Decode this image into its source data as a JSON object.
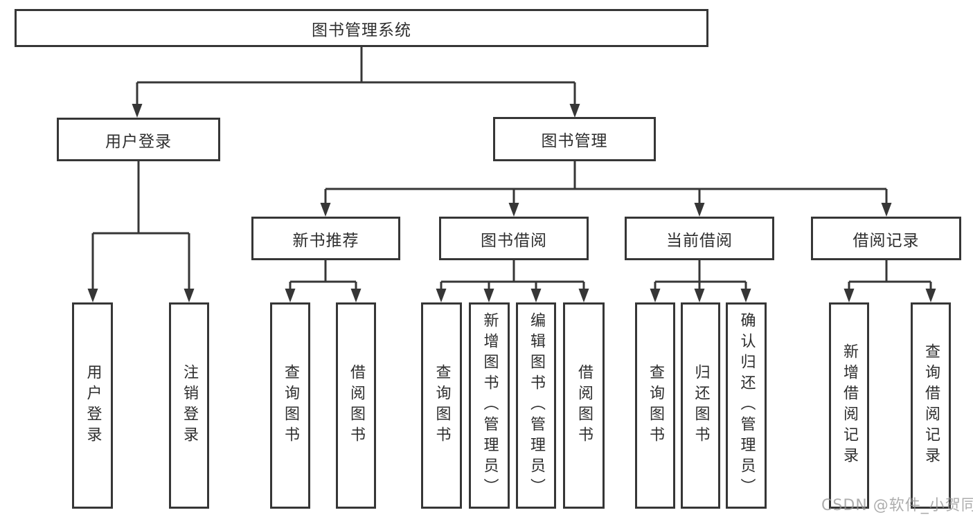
{
  "diagram": {
    "root": {
      "label": "图书管理系统"
    },
    "level2": {
      "user_login": {
        "label": "用户登录"
      },
      "book_mgmt": {
        "label": "图书管理"
      }
    },
    "level3": {
      "new_book_rec": {
        "label": "新书推荐"
      },
      "book_borrow": {
        "label": "图书借阅"
      },
      "current_borrow": {
        "label": "当前借阅"
      },
      "borrow_records": {
        "label": "借阅记录"
      }
    },
    "leaves": {
      "ul_user_login": {
        "label": "用户登录"
      },
      "ul_logout": {
        "label": "注销登录"
      },
      "nb_query_book": {
        "label": "查询图书"
      },
      "nb_borrow_book": {
        "label": "借阅图书"
      },
      "bb_query_book": {
        "label": "查询图书"
      },
      "bb_add_book": {
        "label": "新增图书（管理员）"
      },
      "bb_edit_book": {
        "label": "编辑图书（管理员）"
      },
      "bb_borrow_book": {
        "label": "借阅图书"
      },
      "cb_query_book": {
        "label": "查询图书"
      },
      "cb_return_book": {
        "label": "归还图书"
      },
      "cb_confirm_return": {
        "label": "确认归还（管理员）"
      },
      "br_add_record": {
        "label": "新增借阅记录"
      },
      "br_query_record": {
        "label": "查询借阅记录"
      }
    }
  },
  "watermark": {
    "text": "CSDN @软件_小贺同学"
  },
  "colors": {
    "line": "#363636",
    "background": "#ffffff",
    "watermark": "#919191"
  }
}
